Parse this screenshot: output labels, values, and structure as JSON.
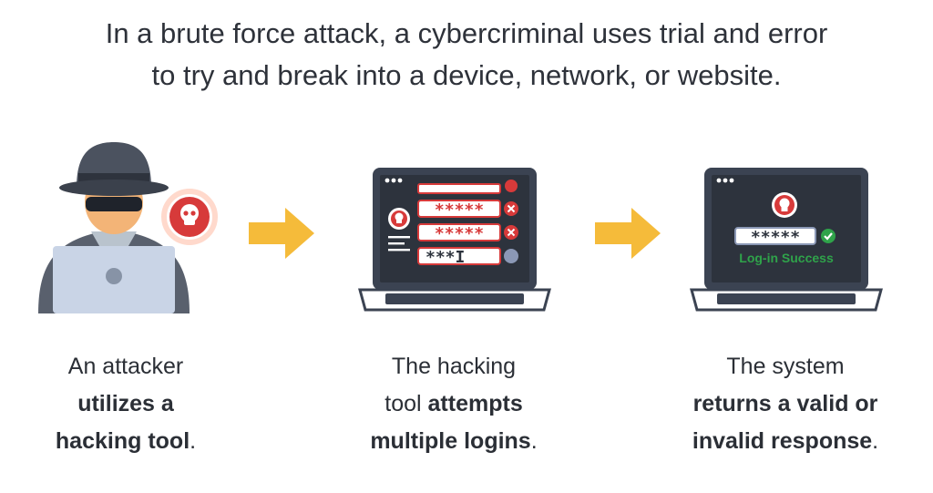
{
  "headline": {
    "line1": "In a brute force attack, a cybercriminal uses trial and error",
    "line2": "to try and break into a device, network, or website."
  },
  "steps": [
    {
      "caption": {
        "line1": "An attacker",
        "line2_bold": "utilizes a",
        "line3_bold": "hacking tool",
        "line3_end": "."
      },
      "icon": "hacker-with-laptop-icon"
    },
    {
      "caption": {
        "line1": "The hacking",
        "line2_pre": "tool ",
        "line2_bold": "attempts",
        "line3_bold": "multiple logins",
        "line3_end": "."
      },
      "screen": {
        "rows": [
          "*****",
          "*****",
          "*****"
        ],
        "current_entry": "***I"
      },
      "icon": "laptop-failed-logins-icon"
    },
    {
      "caption": {
        "line1": "The system",
        "line2_bold": "returns a valid or",
        "line3_bold": "invalid response",
        "line3_end": "."
      },
      "screen": {
        "password": "*****",
        "status": "Log-in Success"
      },
      "icon": "laptop-login-success-icon"
    }
  ],
  "colors": {
    "danger": "#d73a3a",
    "success": "#2fa34a",
    "arrow": "#f5bb3a",
    "laptop_dark": "#3b4352",
    "screen_dark": "#2d333d",
    "text": "#2e323a"
  }
}
